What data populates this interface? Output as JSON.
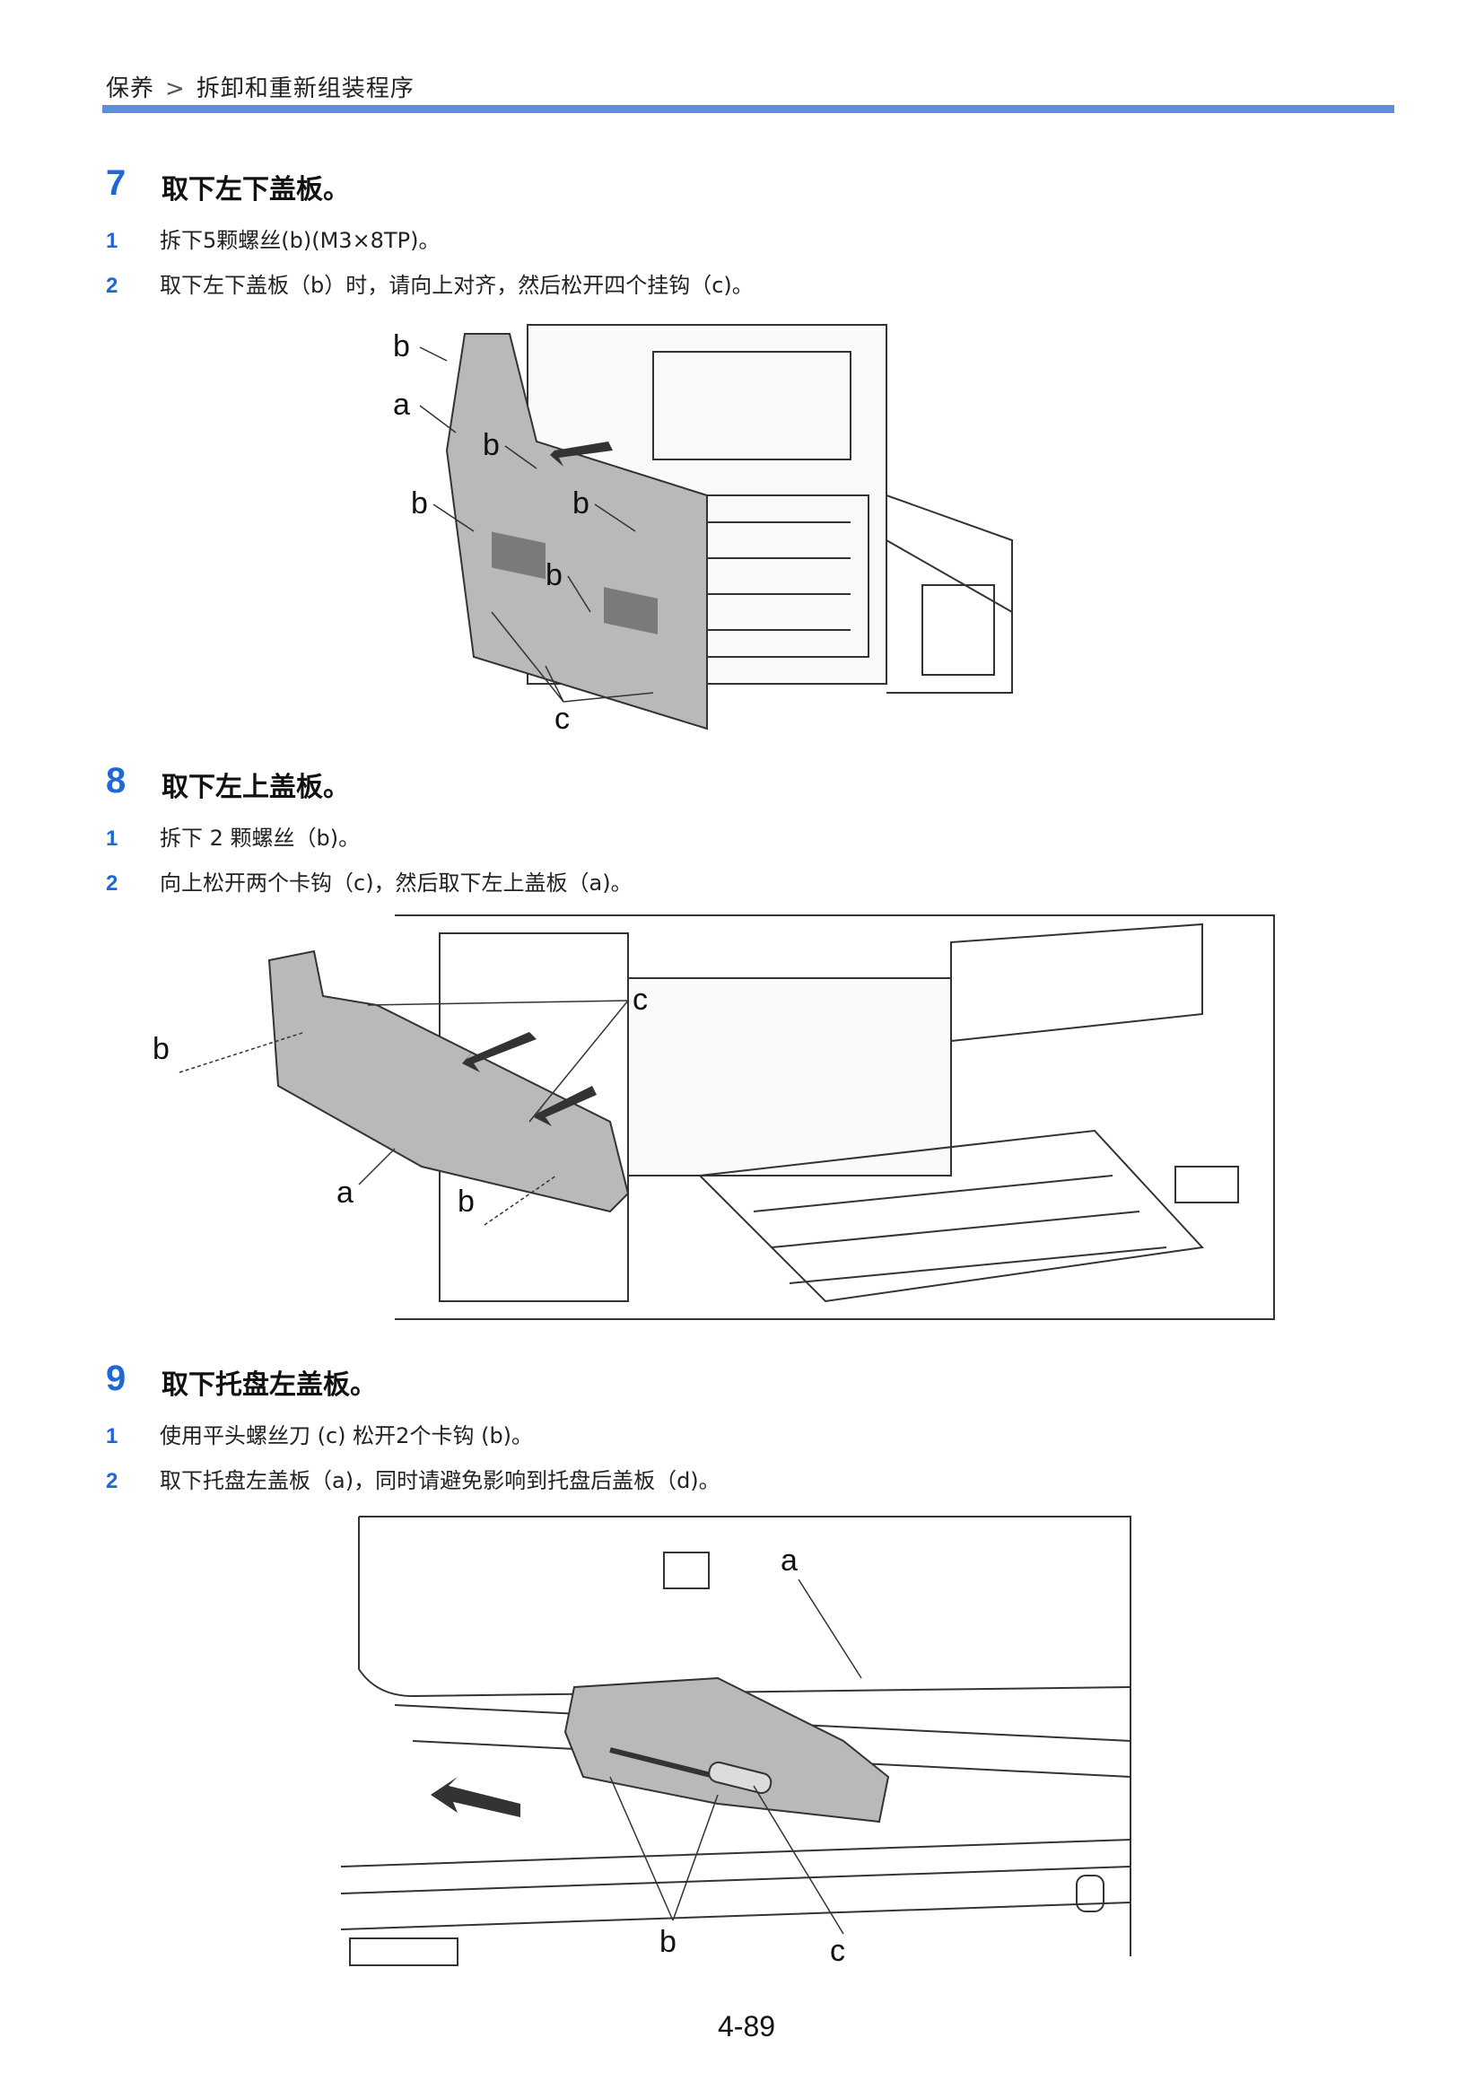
{
  "header": {
    "section": "保养",
    "separator": ">",
    "topic": "拆卸和重新组装程序"
  },
  "steps": [
    {
      "number": "7",
      "title": "取下左下盖板。",
      "substeps": [
        {
          "n": "1",
          "text": "拆下5颗螺丝(b)(M3×8TP)。"
        },
        {
          "n": "2",
          "text": "取下左下盖板（b）时，请向上对齐，然后松开四个挂钩（c)。"
        }
      ],
      "figure_labels": [
        "b",
        "a",
        "b",
        "b",
        "b",
        "b",
        "c"
      ]
    },
    {
      "number": "8",
      "title": "取下左上盖板。",
      "substeps": [
        {
          "n": "1",
          "text": "拆下 2 颗螺丝（b)。"
        },
        {
          "n": "2",
          "text": "向上松开两个卡钩（c)，然后取下左上盖板（a)。"
        }
      ],
      "figure_labels": [
        "c",
        "b",
        "a",
        "b"
      ]
    },
    {
      "number": "9",
      "title": "取下托盘左盖板。",
      "substeps": [
        {
          "n": "1",
          "text": "使用平头螺丝刀 (c) 松开2个卡钩 (b)。"
        },
        {
          "n": "2",
          "text": "取下托盘左盖板（a)，同时请避免影响到托盘后盖板（d)。"
        }
      ],
      "figure_labels": [
        "a",
        "b",
        "c"
      ]
    }
  ],
  "page_number": "4-89"
}
